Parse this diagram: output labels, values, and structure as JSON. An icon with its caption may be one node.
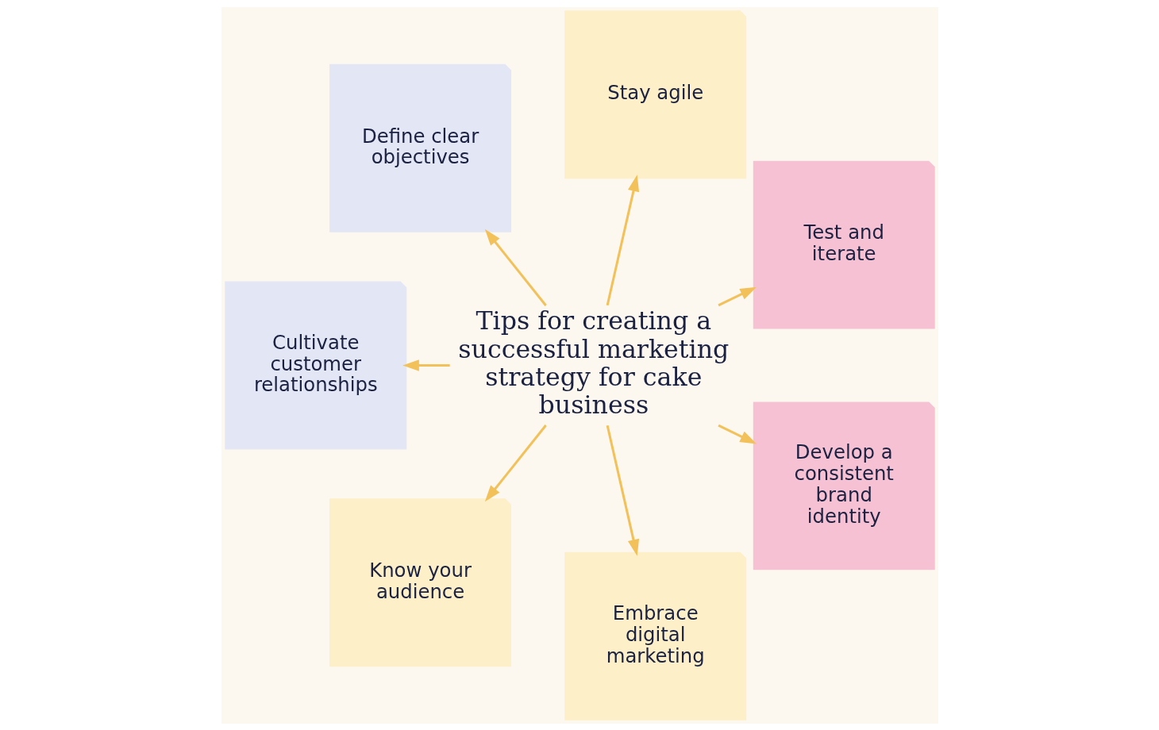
{
  "diagram": {
    "nodes": [
      {
        "text": [
          "Tips for creating a successful marketing strategy for cake business"
        ]
      },
      {
        "text": [
          "Test and iterate"
        ]
      },
      {
        "text": [
          "Stay agile"
        ]
      },
      {
        "text": [
          "Define clear objectives"
        ]
      },
      {
        "text": [
          "Cultivate customer relationships"
        ]
      },
      {
        "text": [
          "Know your audience"
        ]
      },
      {
        "text": [
          "Embrace digital marketing"
        ]
      },
      {
        "text": [
          "Develop a consistent brand identity"
        ]
      }
    ],
    "edges": [
      {
        "from": 0,
        "to": 1,
        "arrow": "to"
      },
      {
        "from": 0,
        "to": 2,
        "arrow": "to"
      },
      {
        "from": 0,
        "to": 3,
        "arrow": "to"
      },
      {
        "from": 0,
        "to": 4,
        "arrow": "to"
      },
      {
        "from": 0,
        "to": 5,
        "arrow": "to"
      },
      {
        "from": 0,
        "to": 6,
        "arrow": "to"
      },
      {
        "from": 0,
        "to": 7,
        "arrow": "to"
      }
    ]
  }
}
